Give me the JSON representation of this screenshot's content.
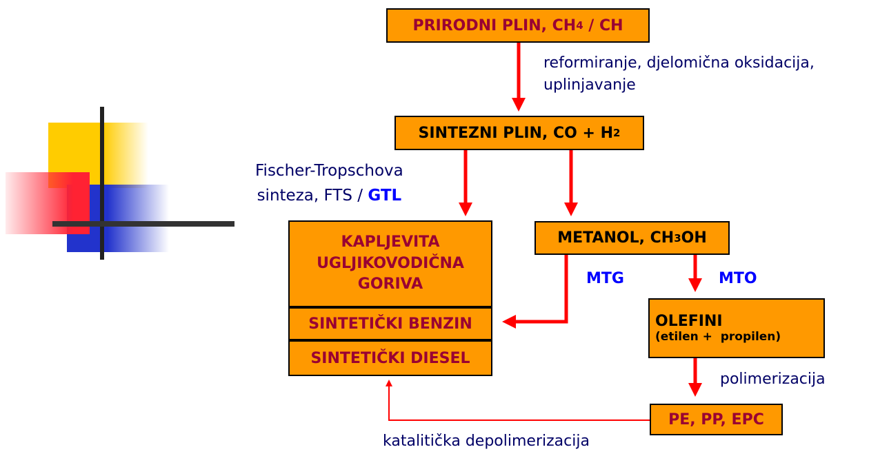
{
  "colors": {
    "box_fill": "#ff9900",
    "box_text": "#990033",
    "arrow": "#ff0000",
    "label_text": "#000066",
    "accent_text": "#0000ff"
  },
  "nodes": {
    "natural_gas": {
      "main": "PRIRODNI PLIN, CH",
      "sub": "4",
      "tail": " / CH"
    },
    "syngas": {
      "main": "SINTEZNI PLIN, CO + H",
      "sub": "2"
    },
    "methanol": {
      "main": "METANOL, CH",
      "sub": "3",
      "tail": "OH"
    },
    "liquid_fuels": {
      "line1": "KAPLJEVITA",
      "line2": "UGLJIKOVODIČNA",
      "line3": "GORIVA"
    },
    "synthetic_gasoline": "SINTETIČKI BENZIN",
    "synthetic_diesel": "SINTETIČKI DIESEL",
    "olefins": {
      "line1": "OLEFINI",
      "line2": "(etilen +  propilen)"
    },
    "polymers": "PE, PP, EPC"
  },
  "labels": {
    "reforming_line1": "reformiranje, djelomična oksidacija,",
    "reforming_line2": "uplinjavanje",
    "fischer_line1": "Fischer-Tropschova",
    "fischer_line2": "sinteza, FTS /",
    "gtl": "GTL",
    "mtg": "MTG",
    "mto": "MTO",
    "polymerization": "polimerizacija",
    "depolymerization": "katalitička depolimerizacija"
  }
}
